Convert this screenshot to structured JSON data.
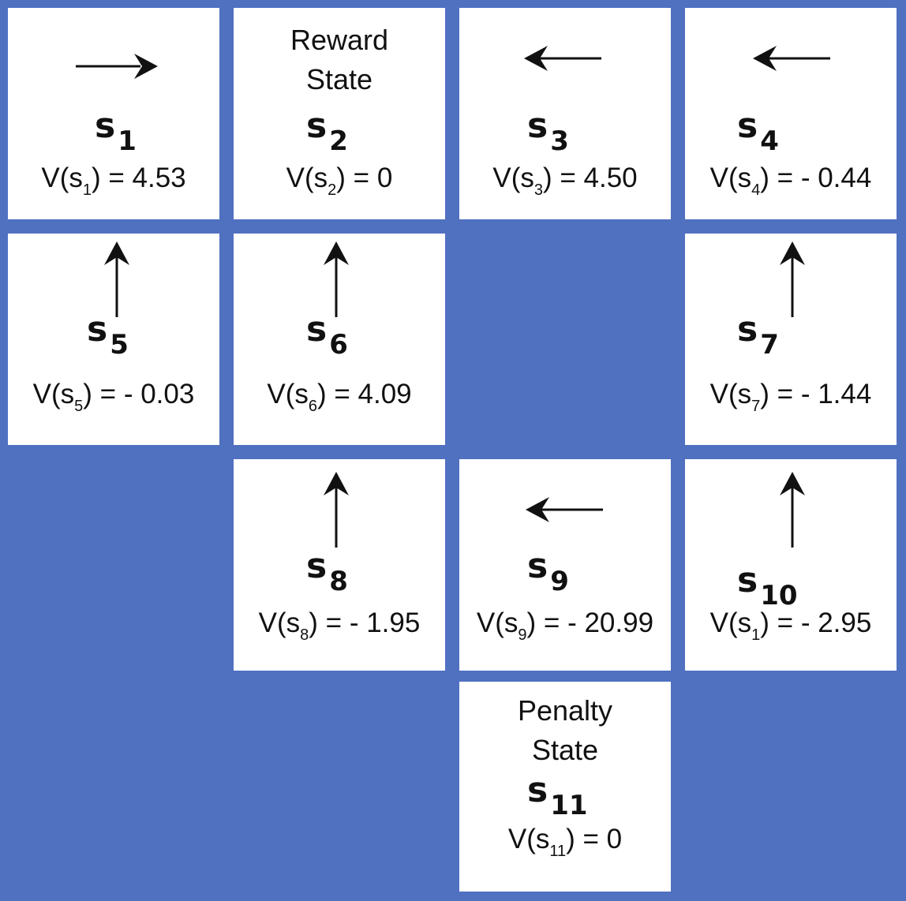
{
  "colors": {
    "background": "#5070c0",
    "cell": "#ffffff",
    "text": "#111111"
  },
  "cells": [
    {
      "id": "s1",
      "arrow": "right-arrow-icon",
      "label": {
        "s": "s",
        "sub": "1"
      },
      "value": {
        "prefix": "V(s",
        "sub": "1",
        "suffix": ") = 4.53"
      }
    },
    {
      "id": "s2",
      "arrow": null,
      "caption": [
        "Reward",
        "State"
      ],
      "label": {
        "s": "s",
        "sub": "2"
      },
      "value": {
        "prefix": "V(s",
        "sub": "2",
        "suffix": ") = 0"
      }
    },
    {
      "id": "s3",
      "arrow": "left-arrow-icon",
      "label": {
        "s": "s",
        "sub": "3"
      },
      "value": {
        "prefix": "V(s",
        "sub": "3",
        "suffix": ") = 4.50"
      }
    },
    {
      "id": "s4",
      "arrow": "left-arrow-icon",
      "label": {
        "s": "s",
        "sub": "4"
      },
      "value": {
        "prefix": "V(s",
        "sub": "4",
        "suffix": ") = - 0.44"
      }
    },
    {
      "id": "s5",
      "arrow": "up-arrow-icon",
      "label": {
        "s": "s",
        "sub": "5"
      },
      "value": {
        "prefix": "V(s",
        "sub": "5",
        "suffix": ") = - 0.03"
      }
    },
    {
      "id": "s6",
      "arrow": "up-arrow-icon",
      "label": {
        "s": "s",
        "sub": "6"
      },
      "value": {
        "prefix": "V(s",
        "sub": "6",
        "suffix": ") = 4.09"
      }
    },
    {
      "id": "s7",
      "arrow": "up-arrow-icon",
      "label": {
        "s": "s",
        "sub": "7"
      },
      "value": {
        "prefix": "V(s",
        "sub": "7",
        "suffix": ") = - 1.44"
      }
    },
    {
      "id": "s8",
      "arrow": "up-arrow-icon",
      "label": {
        "s": "s",
        "sub": "8"
      },
      "value": {
        "prefix": "V(s",
        "sub": "8",
        "suffix": ") = - 1.95"
      }
    },
    {
      "id": "s9",
      "arrow": "left-arrow-icon",
      "label": {
        "s": "s",
        "sub": "9"
      },
      "value": {
        "prefix": "V(s",
        "sub": "9",
        "suffix": ") = - 20.99"
      }
    },
    {
      "id": "s10",
      "arrow": "up-arrow-icon",
      "label": {
        "s": "s",
        "sub": "10"
      },
      "value": {
        "prefix": "V(s",
        "sub": "1",
        "suffix": ") = - 2.95"
      }
    },
    {
      "id": "s11",
      "arrow": null,
      "caption": [
        "Penalty",
        "State"
      ],
      "label": {
        "s": "s",
        "sub": "11"
      },
      "value": {
        "prefix": "V(s",
        "sub": "11",
        "suffix": ") = 0"
      }
    }
  ]
}
